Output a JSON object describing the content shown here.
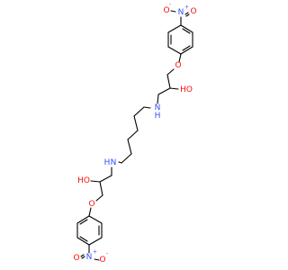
{
  "colors": {
    "bond": "#000000",
    "carbon_label": "#000000",
    "oxygen": "#ff0d0d",
    "nitrogen": "#3050f8",
    "background": "#ffffff"
  },
  "atoms": {
    "top_nitro_o_minus": {
      "symbol": "O",
      "charge": "-"
    },
    "top_nitro_n": {
      "symbol": "N",
      "charge": "+"
    },
    "top_nitro_o": {
      "symbol": "O"
    },
    "top_ether_o": {
      "symbol": "O"
    },
    "top_hydroxyl": {
      "symbol": "HO"
    },
    "top_amine": {
      "symbol": "N",
      "hydrogen": "H"
    },
    "bottom_amine": {
      "symbol": "N",
      "hydrogen": "H"
    },
    "bottom_hydroxyl": {
      "symbol": "HO"
    },
    "bottom_ether_o": {
      "symbol": "O"
    },
    "bottom_nitro_o_minus": {
      "symbol": "O",
      "charge": "-"
    },
    "bottom_nitro_n": {
      "symbol": "N",
      "charge": "+"
    },
    "bottom_nitro_o": {
      "symbol": "O"
    }
  }
}
